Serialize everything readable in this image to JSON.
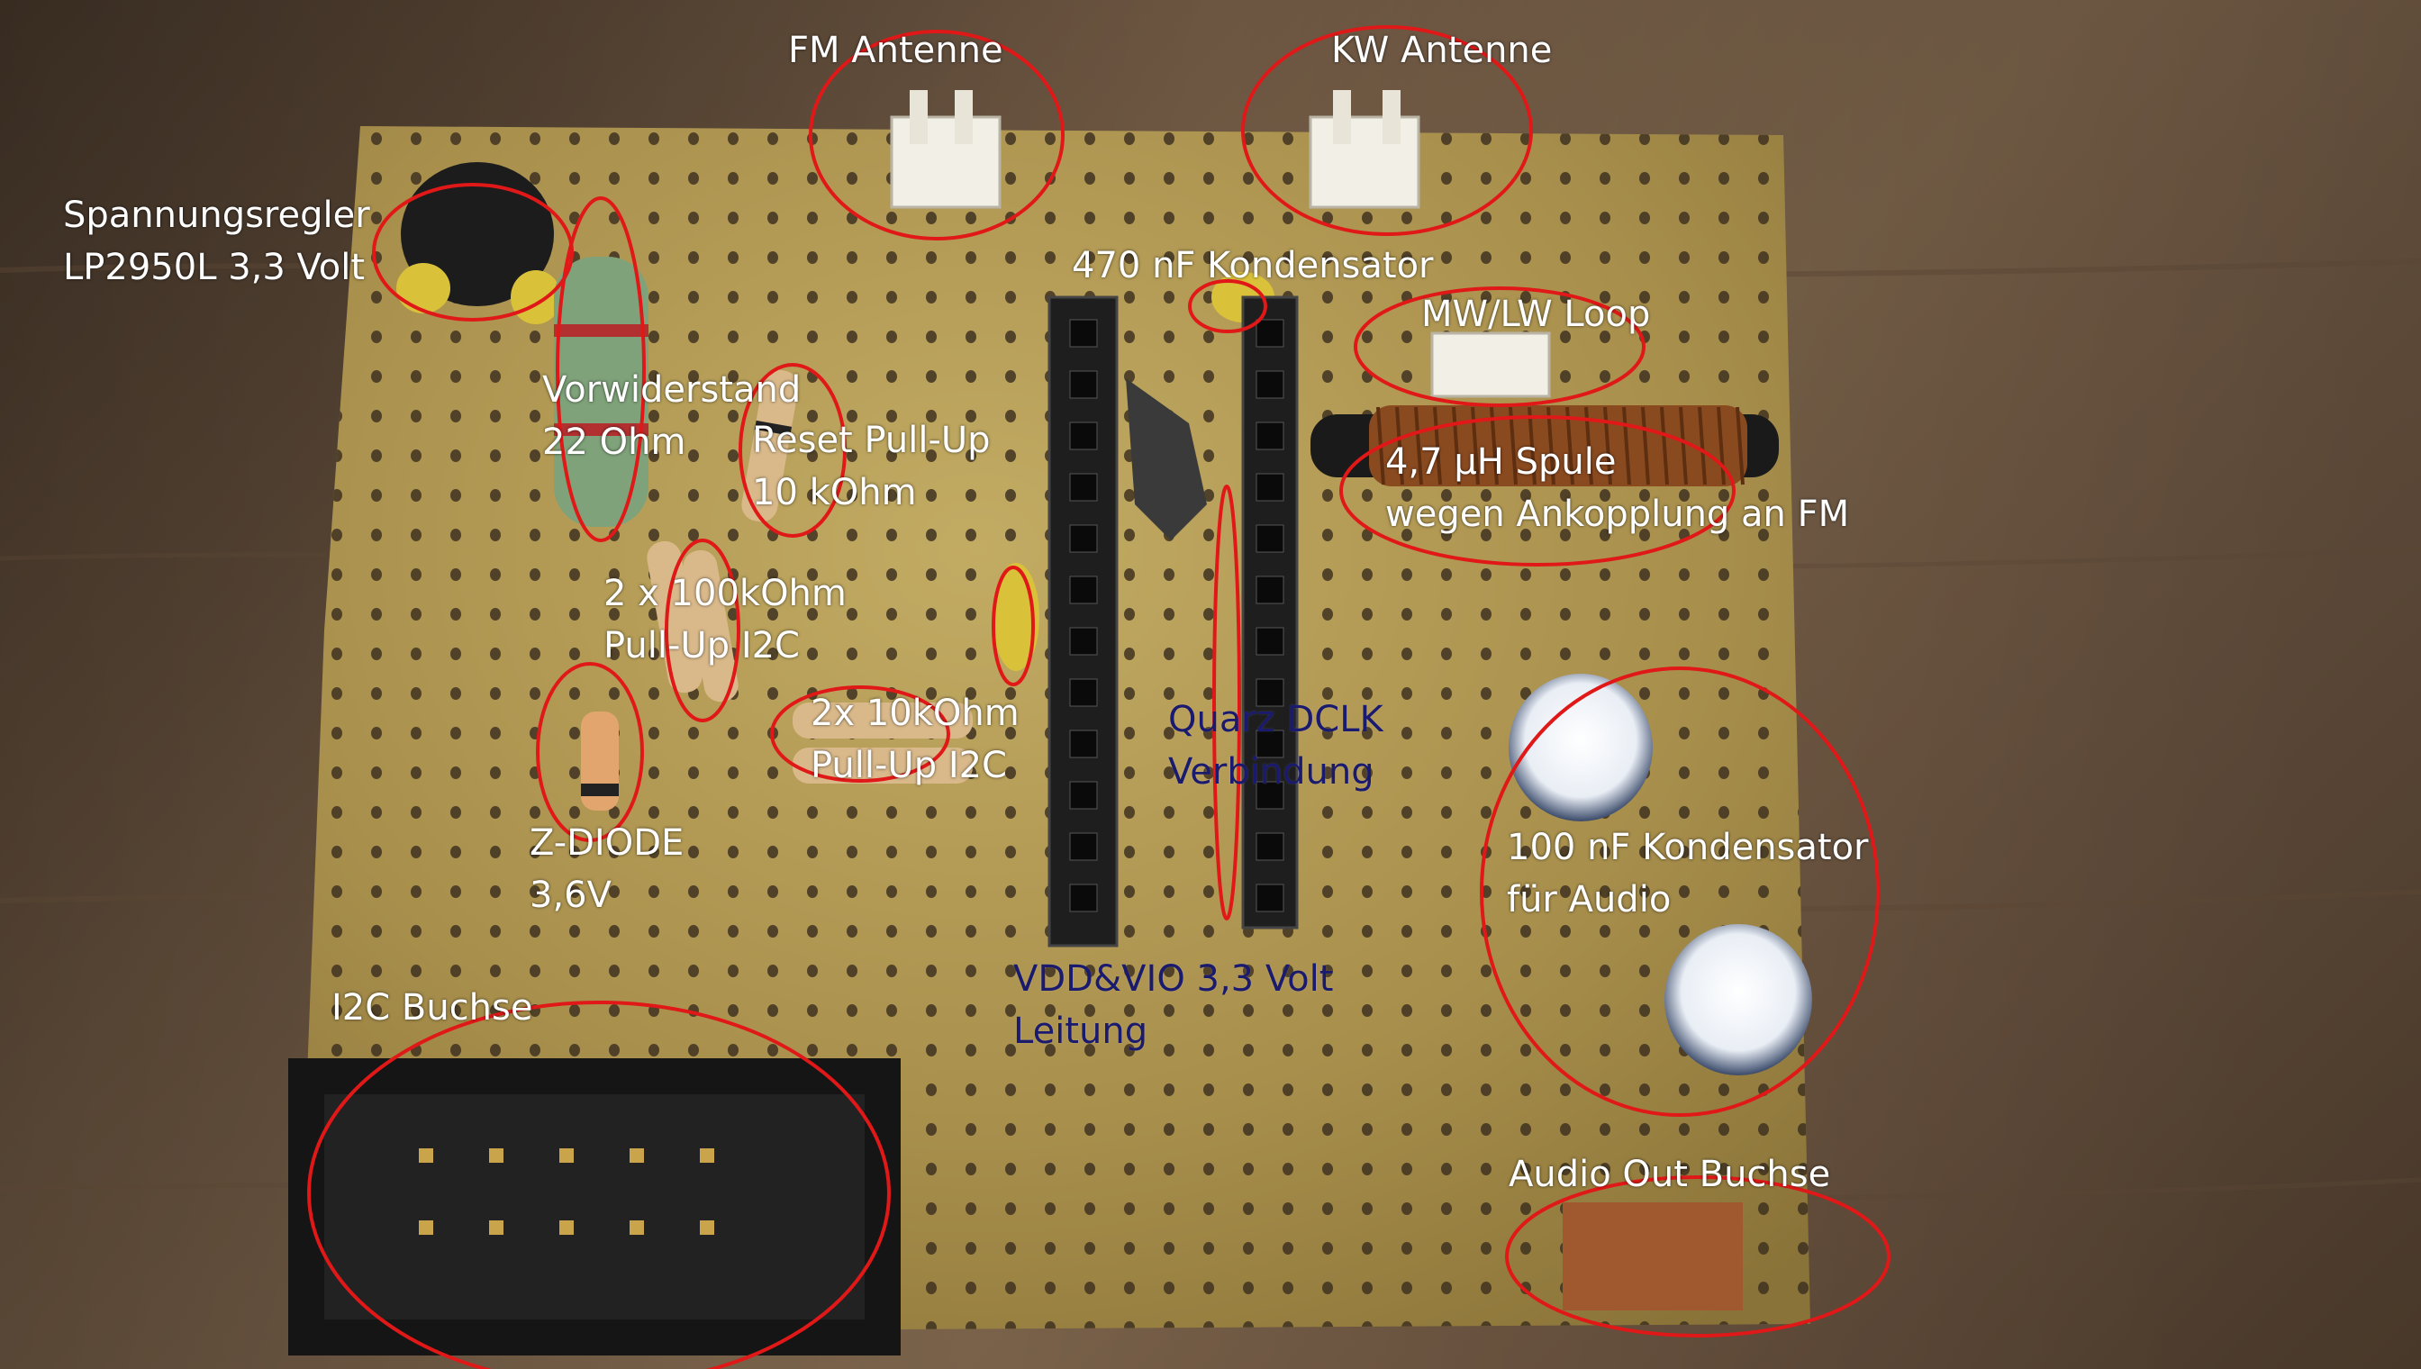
{
  "photo": {
    "subject": "stripboard-radio-receiver",
    "colors": {
      "board": "#b19a55",
      "annotation_ring": "#e01818",
      "label_light": "#ffffff",
      "label_dark": "#1a1a6e"
    }
  },
  "annotations": {
    "fm_antenna": {
      "line1": "FM Antenne"
    },
    "kw_antenna": {
      "line1": "KW Antenne"
    },
    "voltage_regulator": {
      "line1": "Spannungsregler",
      "line2": "LP2950L 3,3 Volt"
    },
    "capacitor_470": {
      "line1": "470 nF Kondensator"
    },
    "mw_lw_loop": {
      "line1": "MW/LW Loop"
    },
    "series_resistor": {
      "line1": "Vorwiderstand",
      "line2": "22 Ohm"
    },
    "reset_pullup": {
      "line1": "Reset Pull-Up",
      "line2": "10 kOhm"
    },
    "coil": {
      "line1": "4,7 µH Spule",
      "line2": "wegen Ankopplung an FM"
    },
    "i2c_pullup_100k": {
      "line1": "2 x 100kOhm",
      "line2": "Pull-Up I2C"
    },
    "i2c_pullup_10k": {
      "line1": "2x 10kOhm",
      "line2": "Pull-Up I2C"
    },
    "quartz_dclk": {
      "line1": "Quarz DCLK",
      "line2": "Verbindung"
    },
    "zener_diode": {
      "line1": "Z-DIODE",
      "line2": "3,6V"
    },
    "audio_capacitor": {
      "line1": "100 nF Kondensator",
      "line2": "für Audio"
    },
    "vdd_vio": {
      "line1": "VDD&VIO 3,3 Volt",
      "line2": "Leitung"
    },
    "i2c_socket": {
      "line1": "I2C Buchse"
    },
    "audio_out": {
      "line1": "Audio Out Buchse"
    }
  }
}
